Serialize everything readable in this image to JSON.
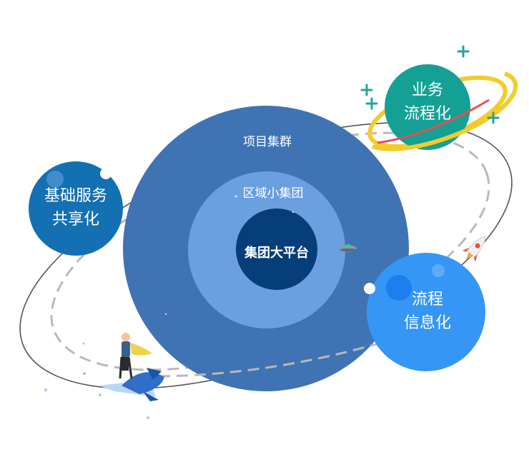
{
  "rings": {
    "outer": "项目集群",
    "middle": "区域小集团",
    "core": "集团大平台"
  },
  "planets": {
    "shared_services": {
      "line1": "基础服务",
      "line2": "共享化"
    },
    "business_process": {
      "line1": "业务",
      "line2": "流程化"
    },
    "process_info": {
      "line1": "流程",
      "line2": "信息化"
    }
  },
  "colors": {
    "outer_ring": "#3f73b3",
    "middle_ring": "#6a9fe0",
    "core": "#063e79",
    "shared_services": "#1370b3",
    "business_process": "#14a095",
    "process_info": "#3596f5",
    "saturn_ring": "#f2cc2a",
    "plus_sign": "#21a69b",
    "orbit": "#555555",
    "dashed_orbit": "#b9b9b9"
  },
  "icons": [
    "ufo-icon",
    "rocket-icon",
    "superhero-icon",
    "plus-icon"
  ]
}
